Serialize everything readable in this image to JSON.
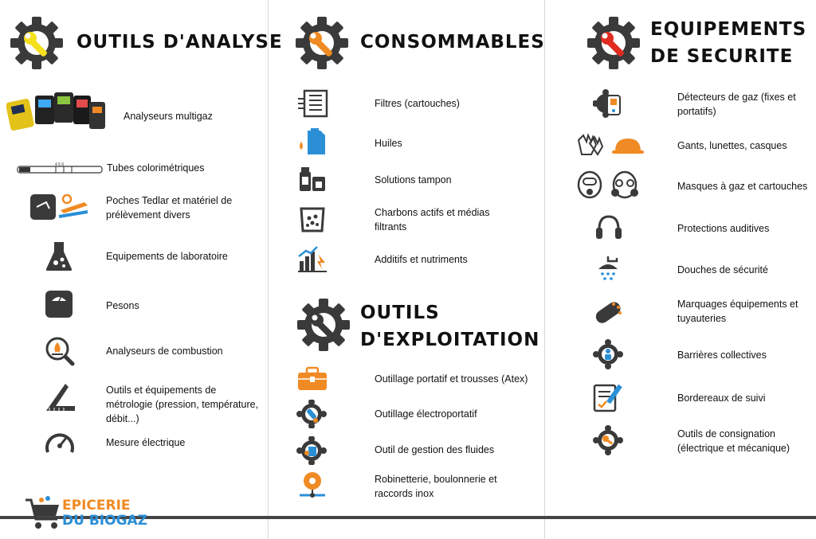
{
  "columns": {
    "analyse": {
      "title": "OUTILS D'ANALYSE",
      "items": [
        {
          "label": "Analyseurs multigaz",
          "icon": "multigas-analyzer-icon"
        },
        {
          "label": "Tubes colorimétriques",
          "icon": "colorimetric-tube-icon"
        },
        {
          "label": "Poches Tedlar et matériel de prélèvement divers",
          "icon": "tedlar-bag-icon"
        },
        {
          "label": "Equipements de laboratoire",
          "icon": "lab-flask-icon"
        },
        {
          "label": "Pesons",
          "icon": "scale-icon"
        },
        {
          "label": "Analyseurs de combustion",
          "icon": "combustion-analyzer-icon"
        },
        {
          "label": "Outils et équipements de métrologie (pression, température, débit...)",
          "icon": "metrology-icon"
        },
        {
          "label": "Mesure électrique",
          "icon": "electric-gauge-icon"
        }
      ]
    },
    "consommables": {
      "title": "CONSOMMABLES",
      "items": [
        {
          "label": "Filtres (cartouches)",
          "icon": "filter-icon"
        },
        {
          "label": "Huiles",
          "icon": "oil-can-icon"
        },
        {
          "label": "Solutions tampon",
          "icon": "buffer-solution-icon"
        },
        {
          "label": "Charbons actifs et médias filtrants",
          "icon": "activated-carbon-icon"
        },
        {
          "label": "Additifs et nutriments",
          "icon": "additives-icon"
        }
      ]
    },
    "exploitation": {
      "title_line1": "OUTILS",
      "title_line2": "D'EXPLOITATION",
      "items": [
        {
          "label": "Outillage portatif et trousses (Atex)",
          "icon": "toolbox-icon"
        },
        {
          "label": "Outillage électroportatif",
          "icon": "power-tool-gear-icon"
        },
        {
          "label": "Outil de gestion des fluides",
          "icon": "fluid-management-icon"
        },
        {
          "label": "Robinetterie, boulonnerie et raccords inox",
          "icon": "fittings-icon"
        }
      ]
    },
    "securite": {
      "title_line1": "EQUIPEMENTS",
      "title_line2": "DE SECURITE",
      "items": [
        {
          "label": "Détecteurs de gaz (fixes et portatifs)",
          "icon": "gas-detector-icon"
        },
        {
          "label": "Gants, lunettes, casques",
          "icon": "gloves-helmet-icon"
        },
        {
          "label": "Masques à gaz et cartouches",
          "icon": "gas-mask-icon"
        },
        {
          "label": "Protections auditives",
          "icon": "ear-protection-icon"
        },
        {
          "label": "Douches de sécurité",
          "icon": "safety-shower-icon"
        },
        {
          "label": "Marquages équipements et tuyauteries",
          "icon": "pipe-marking-icon"
        },
        {
          "label": "Barrières collectives",
          "icon": "collective-barrier-icon"
        },
        {
          "label": "Bordereaux de suivi",
          "icon": "tracking-form-icon"
        },
        {
          "label": "Outils de consignation (électrique et mécanique)",
          "icon": "lockout-icon"
        }
      ]
    }
  },
  "brand": {
    "line1": "EPICERIE",
    "line2": "DU BIOGAZ"
  },
  "colors": {
    "yellow": "#f4e01c",
    "orange": "#f08a24",
    "red": "#e02b20",
    "gear": "#3a3a3a",
    "blue": "#2b8fd6"
  }
}
